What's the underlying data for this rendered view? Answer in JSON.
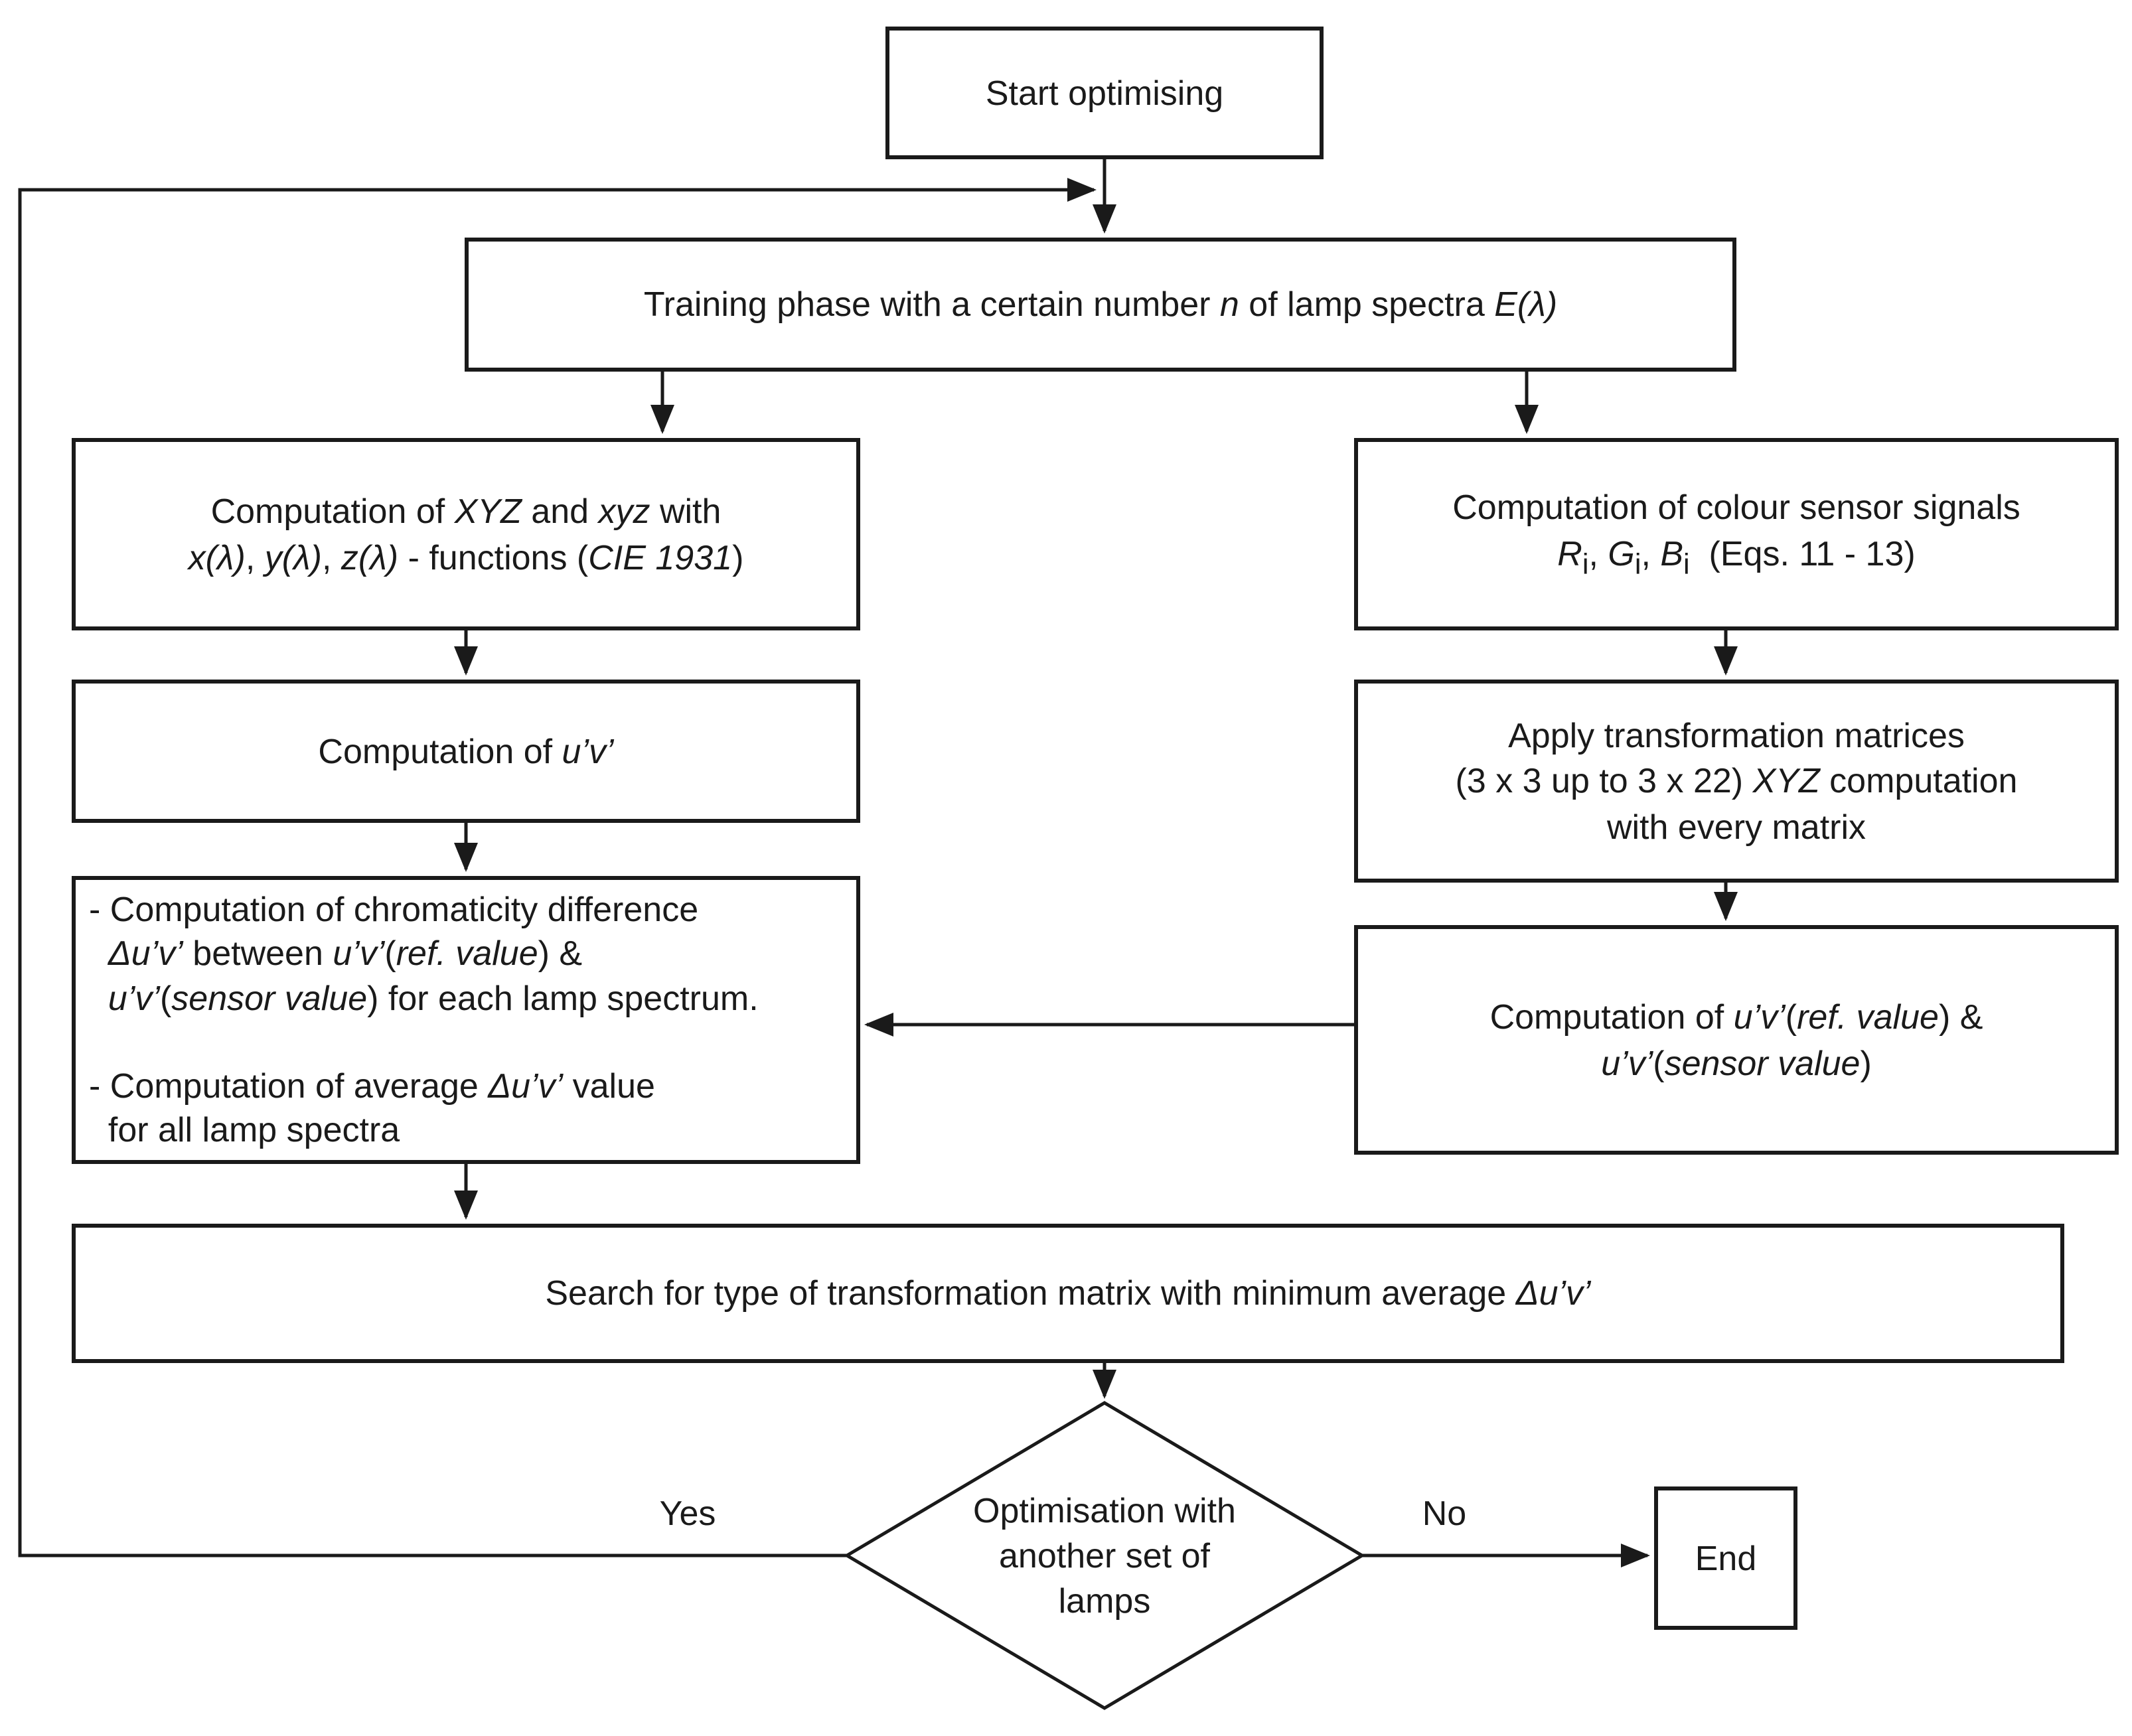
{
  "figure": {
    "type": "flowchart",
    "background": "#ffffff",
    "line_color": "#1a1a1a",
    "nodes": {
      "start": {
        "shape": "rect",
        "label": "Start optimising"
      },
      "training": {
        "shape": "rect",
        "label_html": "Training phase with a certain number <i>n</i> of lamp spectra <i>E(λ)</i>"
      },
      "compute_xyz": {
        "shape": "rect",
        "label_html": "Computation of <i>XYZ</i> and <i>xyz</i> with<br><i>x(λ)</i>, <i>y(λ)</i>, <i>z(λ)</i> - functions (<i>CIE 1931</i>)"
      },
      "compute_sensor_signals": {
        "shape": "rect",
        "label_html": "Computation of colour sensor signals<br><i>R</i><sub>i</sub>, <i>G</i><sub>i</sub>, <i>B</i><sub>i</sub>&nbsp; (Eqs. 11 - 13)"
      },
      "compute_uv": {
        "shape": "rect",
        "label_html": "Computation of <i>u’v’</i>"
      },
      "apply_matrices": {
        "shape": "rect",
        "label_html": "Apply transformation matrices<br>(3 x 3 up to 3 x 22) <i>XYZ</i> computation<br>with every matrix"
      },
      "chromaticity_difference": {
        "shape": "rect",
        "label_html": "- Computation of chromaticity difference<br>&nbsp;&nbsp;<i>Δu’v’</i> between <i>u’v’</i>(<i>ref. value</i>) &amp;<br>&nbsp;&nbsp;<i>u’v’</i>(<i>sensor value</i>) for each lamp spectrum.<br><br>- Computation of average <i>Δu’v’</i> value<br>&nbsp;&nbsp;for all lamp spectra"
      },
      "compute_uv_ref_sensor": {
        "shape": "rect",
        "label_html": "Computation of <i>u’v’</i>(<i>ref. value</i>) &amp;<br><i>u’v’</i>(<i>sensor value</i>)"
      },
      "search_matrix": {
        "shape": "rect",
        "label_html": "Search for type of transformation matrix with minimum average <i>Δu’v’</i>"
      },
      "decision": {
        "shape": "diamond",
        "label_html": "Optimisation with<br>another set of<br>lamps"
      },
      "end": {
        "shape": "rect",
        "label": "End"
      }
    },
    "edge_labels": {
      "yes": "Yes",
      "no": "No"
    }
  }
}
